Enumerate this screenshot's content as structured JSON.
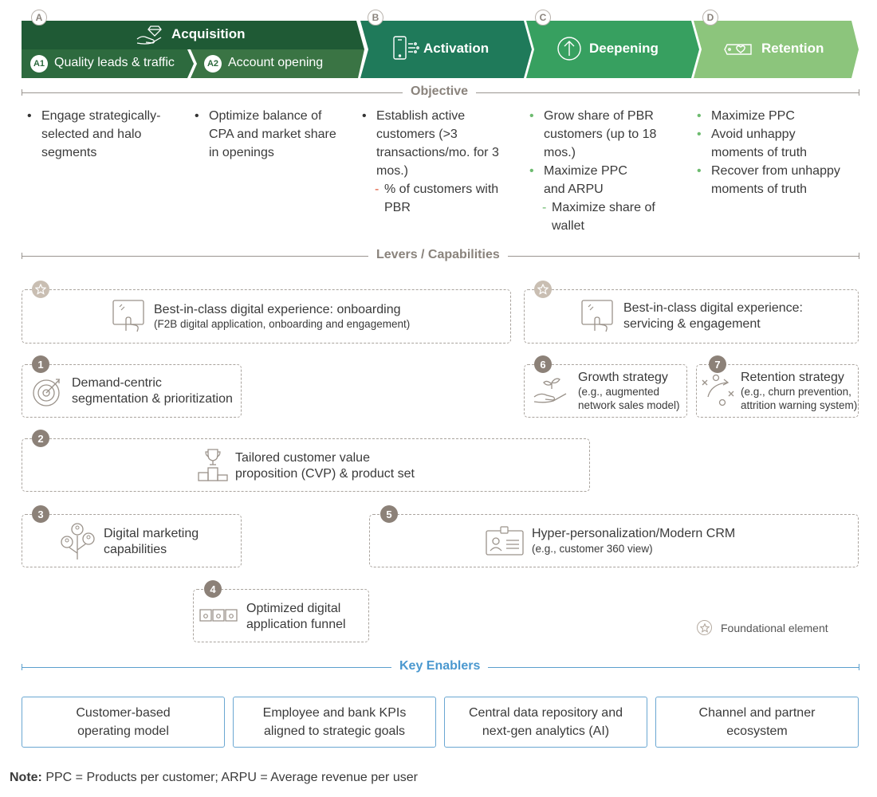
{
  "stages": [
    {
      "letter": "A",
      "title": "Acquisition",
      "color": "#1f5a35",
      "sub": [
        {
          "id": "A1",
          "label": "Quality leads & traffic",
          "color": "#2d6a3e"
        },
        {
          "id": "A2",
          "label": "Account opening",
          "color": "#3a7444"
        }
      ]
    },
    {
      "letter": "B",
      "title": "Activation",
      "color": "#1f7a5a"
    },
    {
      "letter": "C",
      "title": "Deepening",
      "color": "#37a060"
    },
    {
      "letter": "D",
      "title": "Retention",
      "color": "#8cc57c"
    }
  ],
  "objective": {
    "title": "Objective",
    "columns": [
      {
        "bullets": [
          "Engage strategically-selected and halo segments"
        ]
      },
      {
        "bullets": [
          "Optimize balance of CPA and market share in openings"
        ]
      },
      {
        "bullets": [
          "Establish active customers (>3 transactions/mo. for 3 mos.)"
        ],
        "dash": "% of customers with PBR"
      },
      {
        "bullets": [
          "Grow share of PBR customers (up to 18 mos.)",
          "Maximize PPC and ARPU"
        ],
        "dash": "Maximize share of wallet"
      },
      {
        "bullets": [
          "Maximize PPC",
          "Avoid unhappy moments of truth",
          "Recover from unhappy moments of truth"
        ]
      }
    ]
  },
  "levers": {
    "title": "Levers / Capabilities",
    "onboarding": {
      "title": "Best-in-class digital experience: onboarding",
      "sub": "(F2B digital application, onboarding and engagement)"
    },
    "servicing": {
      "title1": "Best-in-class digital experience:",
      "title2": "servicing & engagement"
    },
    "l1": {
      "num": "1",
      "line1": "Demand-centric",
      "line2": "segmentation & prioritization"
    },
    "l2": {
      "num": "2",
      "line1": "Tailored customer value",
      "line2": "proposition (CVP) & product set"
    },
    "l3": {
      "num": "3",
      "line1": "Digital marketing",
      "line2": "capabilities"
    },
    "l4": {
      "num": "4",
      "line1": "Optimized digital",
      "line2": "application funnel"
    },
    "l5": {
      "num": "5",
      "title": "Hyper-personalization/Modern CRM",
      "sub": "(e.g., customer 360 view)"
    },
    "l6": {
      "num": "6",
      "title": "Growth strategy",
      "sub1": "(e.g., augmented",
      "sub2": "network sales model)"
    },
    "l7": {
      "num": "7",
      "title": "Retention strategy",
      "sub1": "(e.g., churn prevention,",
      "sub2": "attrition warning system)"
    },
    "legend": "Foundational element"
  },
  "enablers": {
    "title": "Key Enablers",
    "items": [
      {
        "line1": "Customer-based",
        "line2": "operating model"
      },
      {
        "line1": "Employee and bank KPIs",
        "line2": "aligned to strategic goals"
      },
      {
        "line1": "Central data repository and",
        "line2": "next-gen analytics (AI)"
      },
      {
        "line1": "Channel and partner",
        "line2": "ecosystem"
      }
    ]
  },
  "note": {
    "label": "Note:",
    "text": " PPC = Products per customer; ARPU = Average revenue per user"
  }
}
